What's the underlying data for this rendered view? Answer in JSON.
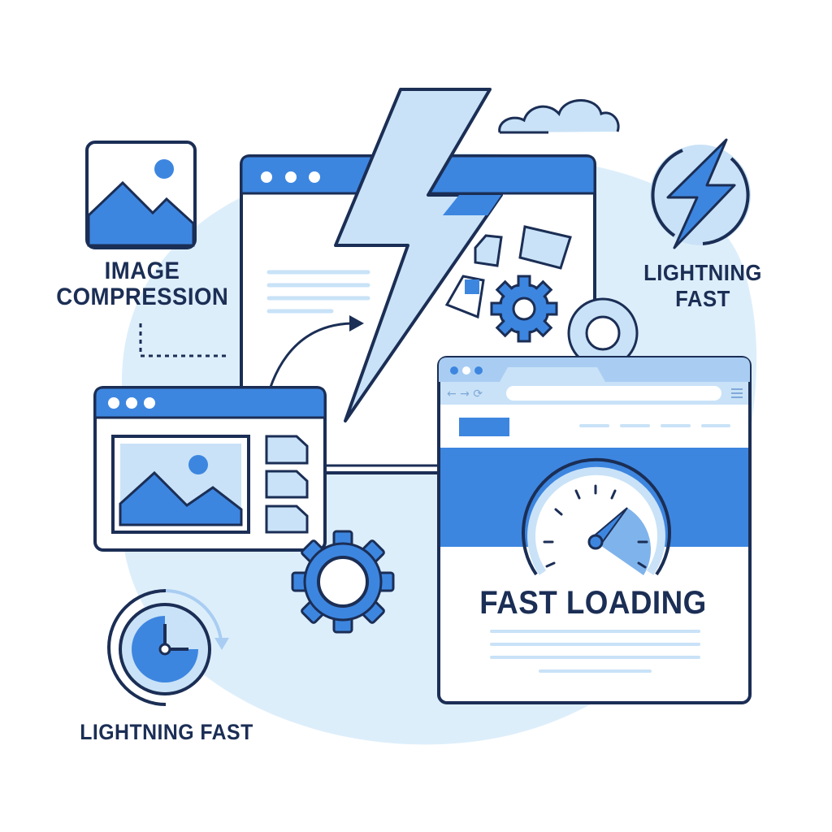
{
  "labels": {
    "image_compression_line1": "IMAGE",
    "image_compression_line2": "COMPRESSION",
    "lightning_fast_top_line1": "LIGHTNING",
    "lightning_fast_top_line2": "FAST",
    "fast_loading": "FAST LOADING",
    "lightning_fast_bottom": "LIGHTNING FAST"
  },
  "icons": {
    "image": "image-icon",
    "bolt_badge": "lightning-bolt-icon",
    "big_bolt": "lightning-bolt-icon",
    "speedometer": "speedometer-icon",
    "clock": "clock-icon",
    "gears": "gear-icon",
    "cloud": "cloud-icon",
    "files": "file-icon"
  },
  "colors": {
    "outline": "#1b2e55",
    "primary_blue": "#3d86e0",
    "light_blue": "#c9e2f7",
    "bg_blob": "#ddeefb"
  }
}
